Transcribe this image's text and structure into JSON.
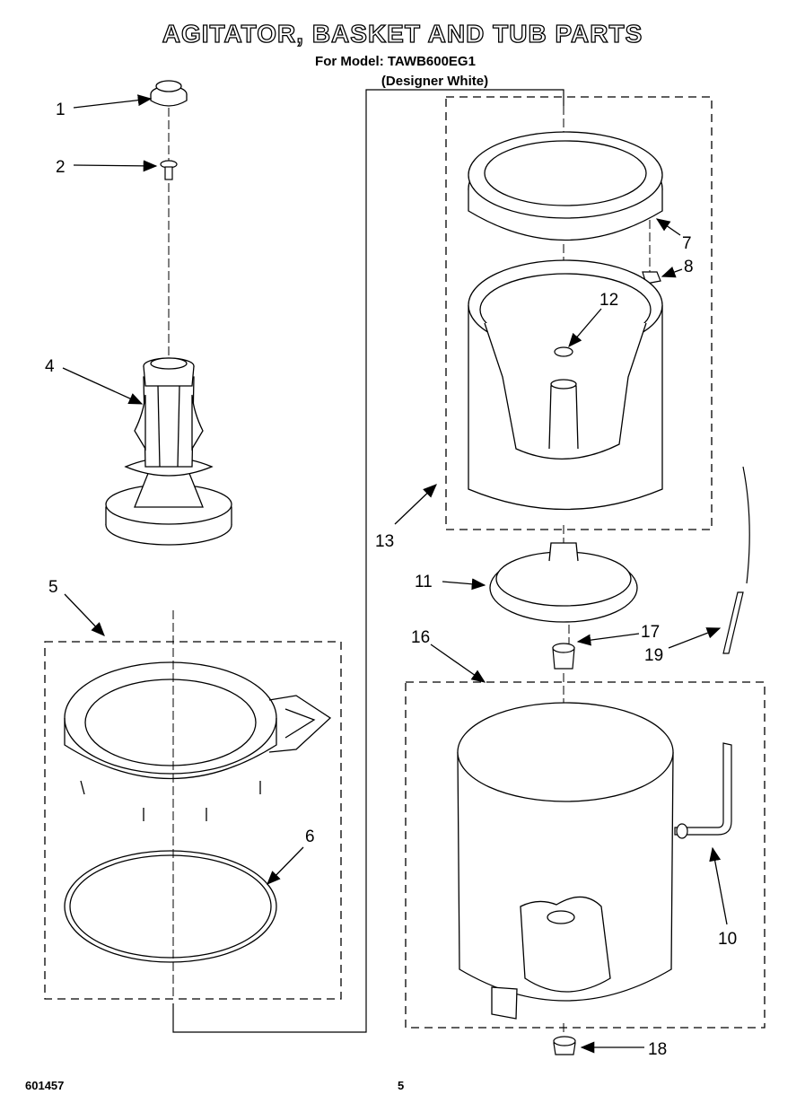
{
  "title": "AGITATOR, BASKET AND TUB PARTS",
  "subtitle_model": "For Model: TAWB600EG1",
  "subtitle_color": "(Designer White)",
  "footer_code": "601457",
  "page_number": "5",
  "callouts": [
    {
      "id": "c1",
      "label": "1"
    },
    {
      "id": "c2",
      "label": "2"
    },
    {
      "id": "c4",
      "label": "4"
    },
    {
      "id": "c5",
      "label": "5"
    },
    {
      "id": "c6",
      "label": "6"
    },
    {
      "id": "c7",
      "label": "7"
    },
    {
      "id": "c8",
      "label": "8"
    },
    {
      "id": "c10",
      "label": "10"
    },
    {
      "id": "c11",
      "label": "11"
    },
    {
      "id": "c12",
      "label": "12"
    },
    {
      "id": "c13",
      "label": "13"
    },
    {
      "id": "c16",
      "label": "16"
    },
    {
      "id": "c17",
      "label": "17"
    },
    {
      "id": "c18",
      "label": "18"
    },
    {
      "id": "c19",
      "label": "19"
    }
  ]
}
